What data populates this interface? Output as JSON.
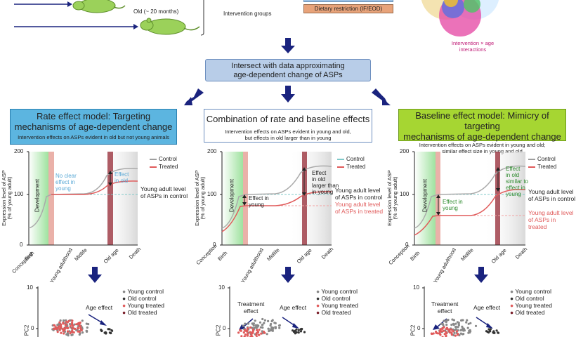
{
  "top": {
    "old_label": "Old (~ 20 months)",
    "intervention_groups": "Intervention groups",
    "dietary_restriction": "Dietary restriction (IF/EOD)",
    "venn_label_line1": "Intervention × age",
    "venn_label_line2": "interactions"
  },
  "intersect": {
    "line1": "Intersect with data approximating",
    "line2": "age-dependent change of ASPs"
  },
  "models": [
    {
      "title_line1": "Rate effect model: Targeting",
      "title_line2": "mechanisms of age-dependent change",
      "sub_line1": "Intervention effects on ASPs evident in old but not young animals",
      "sub_line2": ""
    },
    {
      "title_line1": "Combination of rate and baseline effects",
      "title_line2": "",
      "sub_line1": "Intervention effects on ASPs evident in young and old,",
      "sub_line2": "but effects in old larger than in young"
    },
    {
      "title_line1": "Baseline effect model: Mimicry of targeting",
      "title_line2": "mechanisms of age-dependent change",
      "sub_line1": "Intervention effects on ASPs evident in young and old;",
      "sub_line2": "similar effect size in young and old"
    }
  ],
  "plots": {
    "ylabel_line1": "Expression level of ASP",
    "ylabel_line2": "(% of young adult)",
    "yticks": [
      "200",
      "100",
      "0"
    ],
    "development": "Development",
    "xticks": [
      "Conception",
      "Birth",
      "Young adulthood",
      "Midlife",
      "Old age",
      "Death"
    ],
    "legend_control": "Control",
    "legend_treated": "Treated",
    "colors": {
      "control": "#9e9e9e",
      "treated": "#e05a5a",
      "dev_green": "#8fd98f",
      "young_bar": "#e8a8a0",
      "old_bar": "#a0404a",
      "baseline_dash": "#7fc9c9"
    },
    "p1": {
      "note_young_line1": "No clear",
      "note_young_line2": "effect in",
      "note_young_line3": "young",
      "note_old_line1": "Effect",
      "note_old_line2": "in old",
      "ref_line1": "Young adult level",
      "ref_line2": "of ASPs in control"
    },
    "p2": {
      "note_young_line1": "Effect in",
      "note_young_line2": "young",
      "note_old_line1": "Effect",
      "note_old_line2": "in old",
      "note_old_line3": "larger than",
      "note_old_line4": "in young",
      "ref_line1": "Young adult level",
      "ref_line2": "of ASPs in control",
      "ref_t_line1": "Young adult level",
      "ref_t_line2": "of ASPs in treated"
    },
    "p3": {
      "note_young_line1": "Effect in",
      "note_young_line2": "young",
      "note_old_line1": "Effect",
      "note_old_line2": "in old",
      "note_old_line3": "similar to",
      "note_old_line4": "effect in",
      "note_old_line5": "young",
      "ref_line1": "Young adult level",
      "ref_line2": "of ASPs in control",
      "ref_t_line1": "Young adult level",
      "ref_t_line2": "of ASPs in treated"
    }
  },
  "pca": {
    "ylabel": "PC2",
    "ytick_top": "10",
    "ytick_zero": "0",
    "legend": [
      "Young control",
      "Old control",
      "Young treated",
      "Old treated"
    ],
    "age_effect": "Age effect",
    "treatment_effect_line1": "Treatment",
    "treatment_effect_line2": "effect"
  }
}
